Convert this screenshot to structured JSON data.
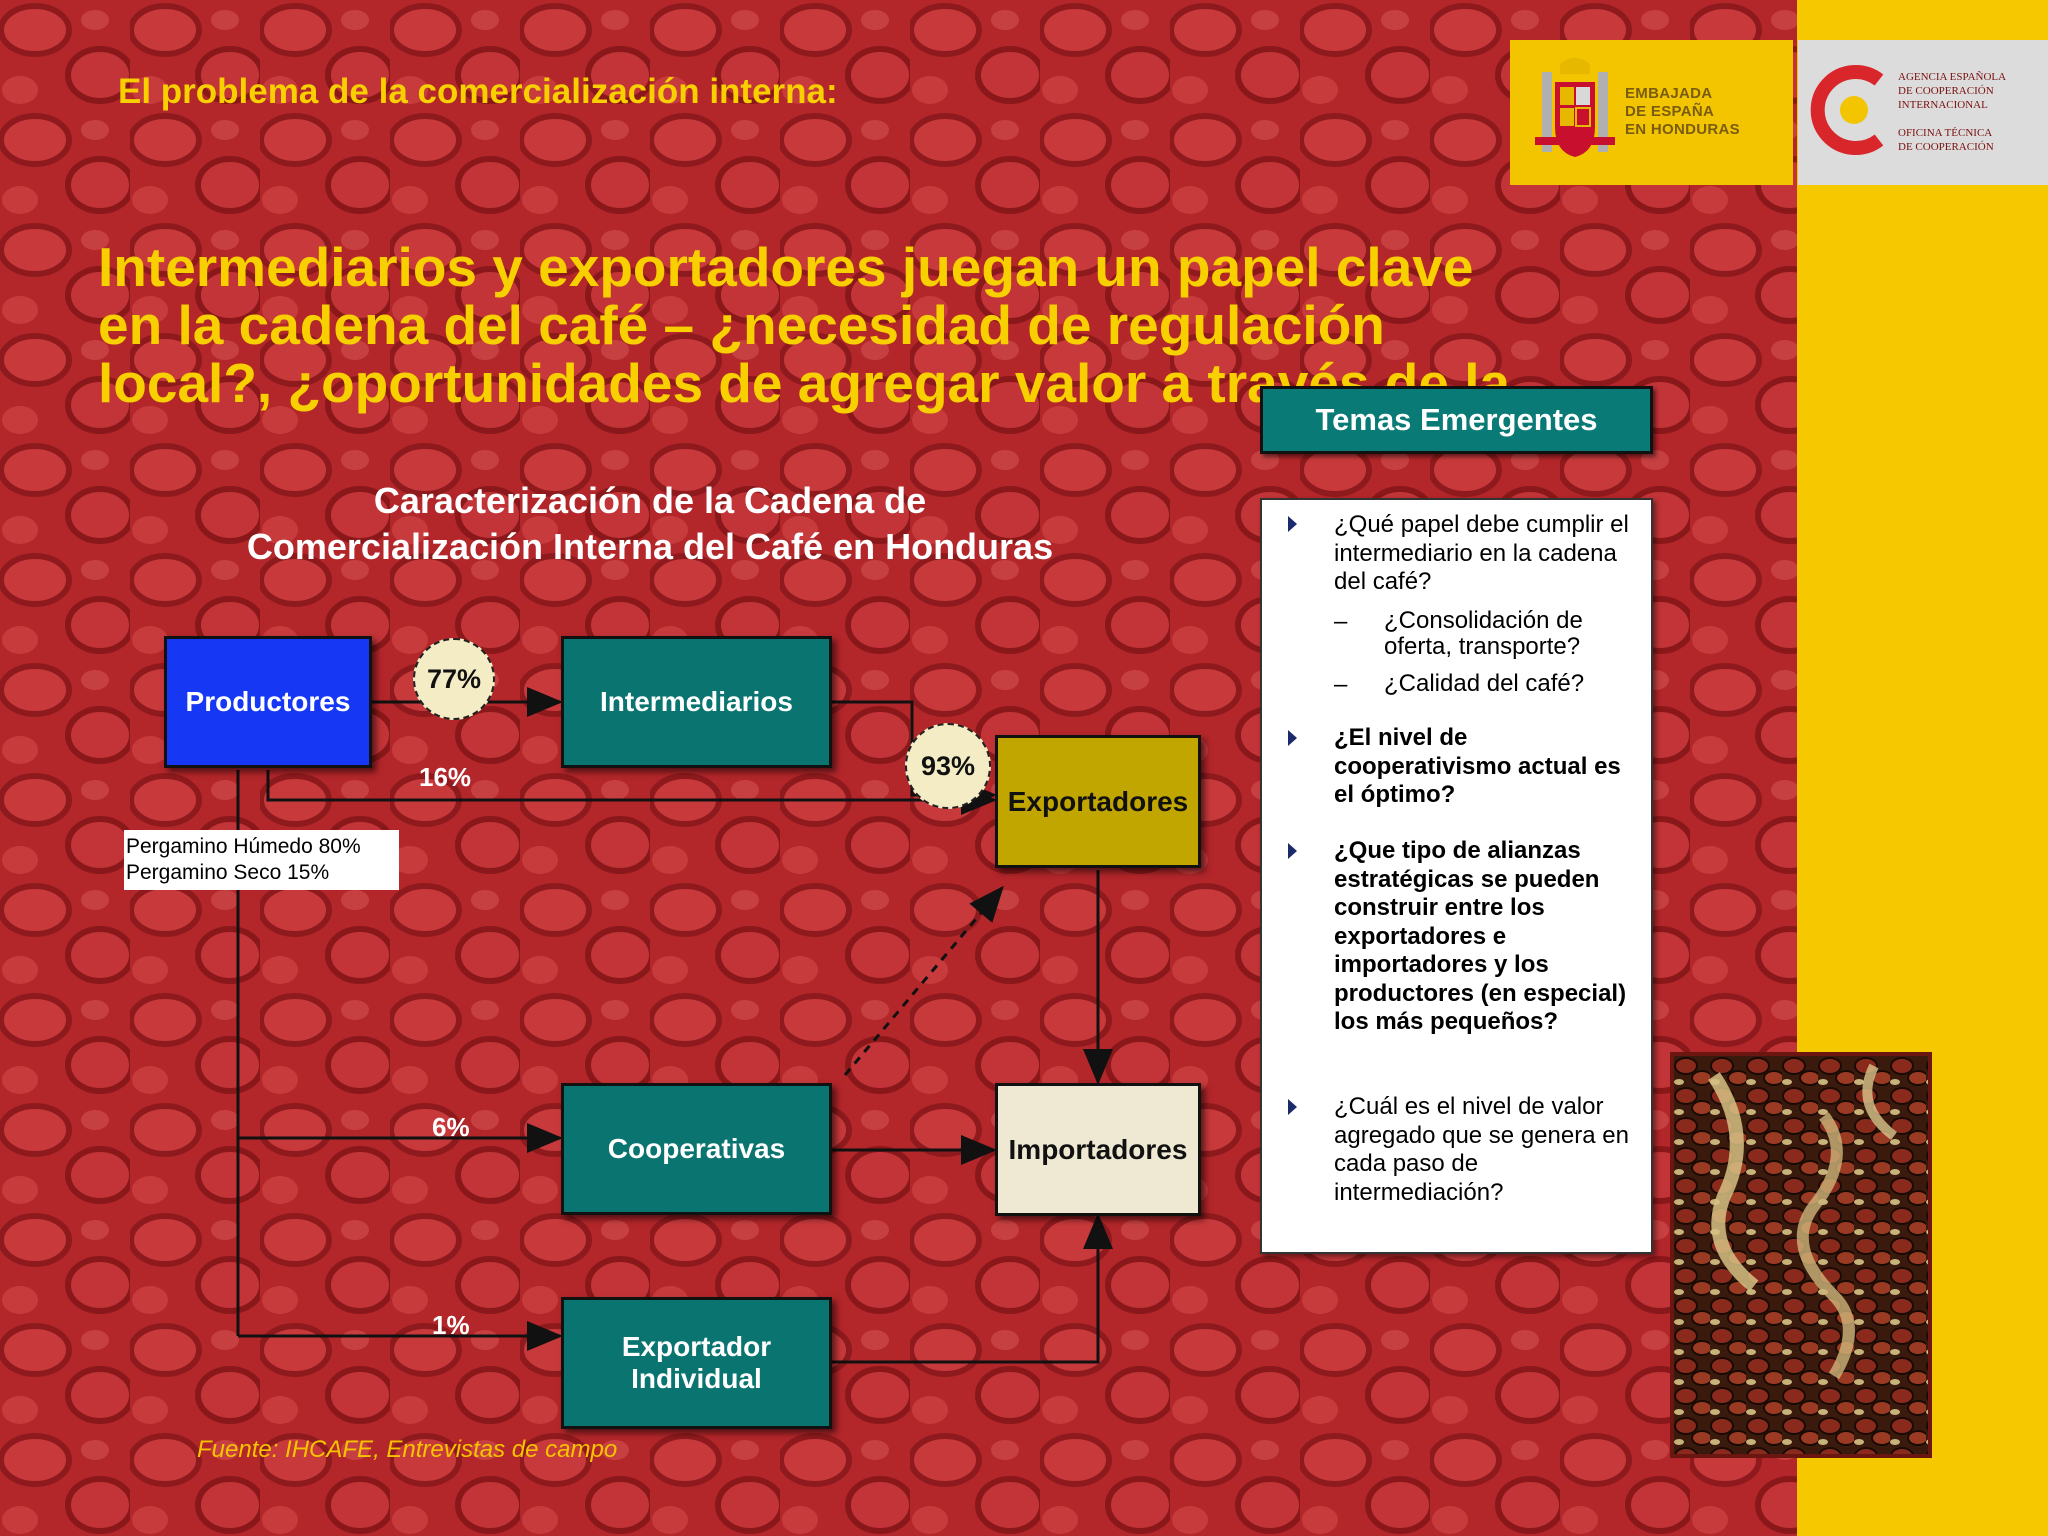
{
  "header": {
    "section_title": "El problema de la comercialización interna:",
    "headline": "Intermediarios y exportadores juegan un papel clave\nen la cadena del café – ¿necesidad de regulación\nlocal?, ¿oportunidades de agregar valor a través de la"
  },
  "logos": {
    "embassy_text": "EMBAJADA\nDE ESPAÑA\nEN HONDURAS",
    "aecid_text": "AGENCIA ESPAÑOLA\nDE COOPERACIÓN\nINTERNACIONAL\n\nOFICINA TÉCNICA\nDE COOPERACIÓN"
  },
  "diagram": {
    "title": "Caracterización de la Cadena de\nComercialización Interna del Café en Honduras",
    "nodes": {
      "productores": "Productores",
      "intermediarios": "Intermediarios",
      "exportadores": "Exportadores",
      "cooperativas": "Cooperativas",
      "importadores": "Importadores",
      "exportador_individual": "Exportador\nIndividual"
    },
    "percentages": {
      "to_intermediarios": "77%",
      "to_exportadores": "16%",
      "intermediarios_to_exportadores": "93%",
      "to_cooperativas": "6%",
      "to_exportador_individual": "1%"
    },
    "note": "Pergamino Húmedo 80%\nPergamino Seco 15%",
    "source": "Fuente: IHCAFE, Entrevistas de campo"
  },
  "temas": {
    "title": "Temas Emergentes",
    "q1": "¿Qué papel debe cumplir el intermediario en la cadena del café?",
    "q1_sub1": "¿Consolidación de oferta, transporte?",
    "q1_sub2": "¿Calidad del café?",
    "dash": "–",
    "q2": "¿El nivel de cooperativismo actual es el óptimo?",
    "q3": "¿Que tipo de alianzas estratégicas se pueden construir entre los exportadores e importadores y los productores (en especial) los más pequeños?",
    "q4": "¿Cuál es el nivel de valor agregado que se genera en cada paso de intermediación?"
  },
  "colors": {
    "background_red": "#b3262a",
    "accent_yellow": "#f8d000",
    "teal": "#0a7470",
    "blue": "#1638f5",
    "gold": "#c2a600",
    "cream": "#efe9d3"
  }
}
